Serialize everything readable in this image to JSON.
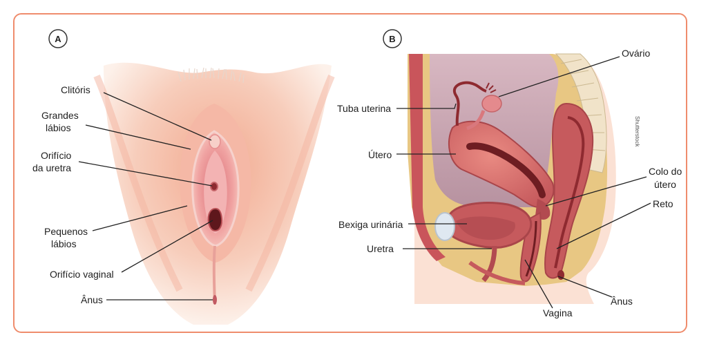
{
  "panels": {
    "a": {
      "badge": "A"
    },
    "b": {
      "badge": "B"
    }
  },
  "labels_a": {
    "clitoris": "Clitóris",
    "grandes_1": "Grandes",
    "grandes_2": "lábios",
    "uretra_1": "Orifício",
    "uretra_2": "da uretra",
    "pequenos_1": "Pequenos",
    "pequenos_2": "lábios",
    "vaginal": "Orifício vaginal",
    "anus": "Ânus"
  },
  "labels_b": {
    "ovario": "Ovário",
    "tuba": "Tuba uterina",
    "utero": "Útero",
    "colo_1": "Colo do",
    "colo_2": "útero",
    "reto": "Reto",
    "bexiga": "Bexiga urinária",
    "uretra": "Uretra",
    "anus": "Ânus",
    "vagina": "Vagina"
  },
  "watermark": "Shutterstock",
  "colors": {
    "frame": "#ef8c6c",
    "skin_light": "#fbe3d8",
    "skin": "#f3b9a2",
    "mucosa": "#e68e8c",
    "organ": "#c9555b",
    "dark": "#6e1d22",
    "fat": "#e8c783",
    "cavity": "#c9a9b4"
  }
}
